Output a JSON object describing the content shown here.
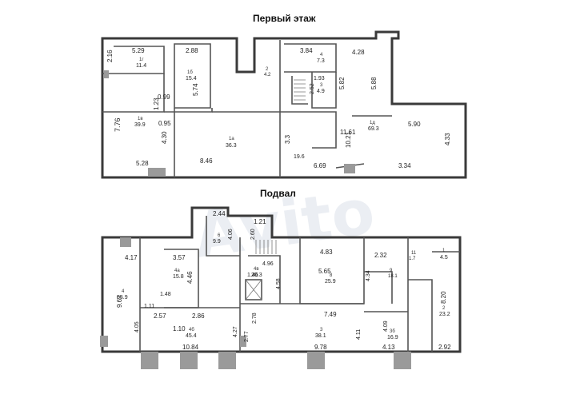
{
  "titles": {
    "first_floor": "Первый этаж",
    "basement": "Подвал"
  },
  "watermark": "Avito",
  "first_floor": {
    "rooms": [
      {
        "id": "1г",
        "area": "11.4"
      },
      {
        "id": "1б",
        "area": "15.4"
      },
      {
        "id": "1в",
        "area": "39.9"
      },
      {
        "id": "1а",
        "area": "36.3"
      },
      {
        "id": "2",
        "area": "4.2"
      },
      {
        "id": "4",
        "area": "7.3"
      },
      {
        "id": "3",
        "area": "4.9"
      },
      {
        "id": "1д",
        "area": "69.3"
      }
    ],
    "dims": [
      "5.29",
      "2.16",
      "2.88",
      "7.76",
      "1.23",
      "0.99",
      "0.95",
      "5.74",
      "4.30",
      "5.28",
      "8.46",
      "3.84",
      "4.28",
      "1.93",
      "2.52",
      "5.82",
      "5.88",
      "11.61",
      "10.21",
      "5.90",
      "4.33",
      "3.3",
      "19.6",
      "6.69",
      "3.34"
    ]
  },
  "basement": {
    "rooms": [
      {
        "id": "6",
        "area": "9.9"
      },
      {
        "id": "4",
        "area": "35.9"
      },
      {
        "id": "4а",
        "area": "15.8"
      },
      {
        "id": "4б",
        "area": "45.4"
      },
      {
        "id": "4в",
        "area": "20.3"
      },
      {
        "id": "8",
        "area": "25.9"
      },
      {
        "id": "3",
        "area": "38.1"
      },
      {
        "id": "9",
        "area": "18.1"
      },
      {
        "id": "3б",
        "area": "16.9"
      },
      {
        "id": "1",
        "area": "4.5"
      },
      {
        "id": "2",
        "area": "23.2"
      },
      {
        "id": "11",
        "area": "1.7"
      }
    ],
    "dims": [
      "2.44",
      "1.21",
      "4.06",
      "2.60",
      "4.17",
      "3.57",
      "4.46",
      "9.67",
      "1.48",
      "1.11",
      "2.57",
      "2.86",
      "4.05",
      "1.10",
      "10.84",
      "4.27",
      "4.96",
      "4.58",
      "1.46",
      "4.83",
      "5.65",
      "2.78",
      "2.77",
      "7.49",
      "9.78",
      "4.11",
      "4.09",
      "4.13",
      "2.32",
      "4.34",
      "8.20",
      "2.92"
    ]
  }
}
